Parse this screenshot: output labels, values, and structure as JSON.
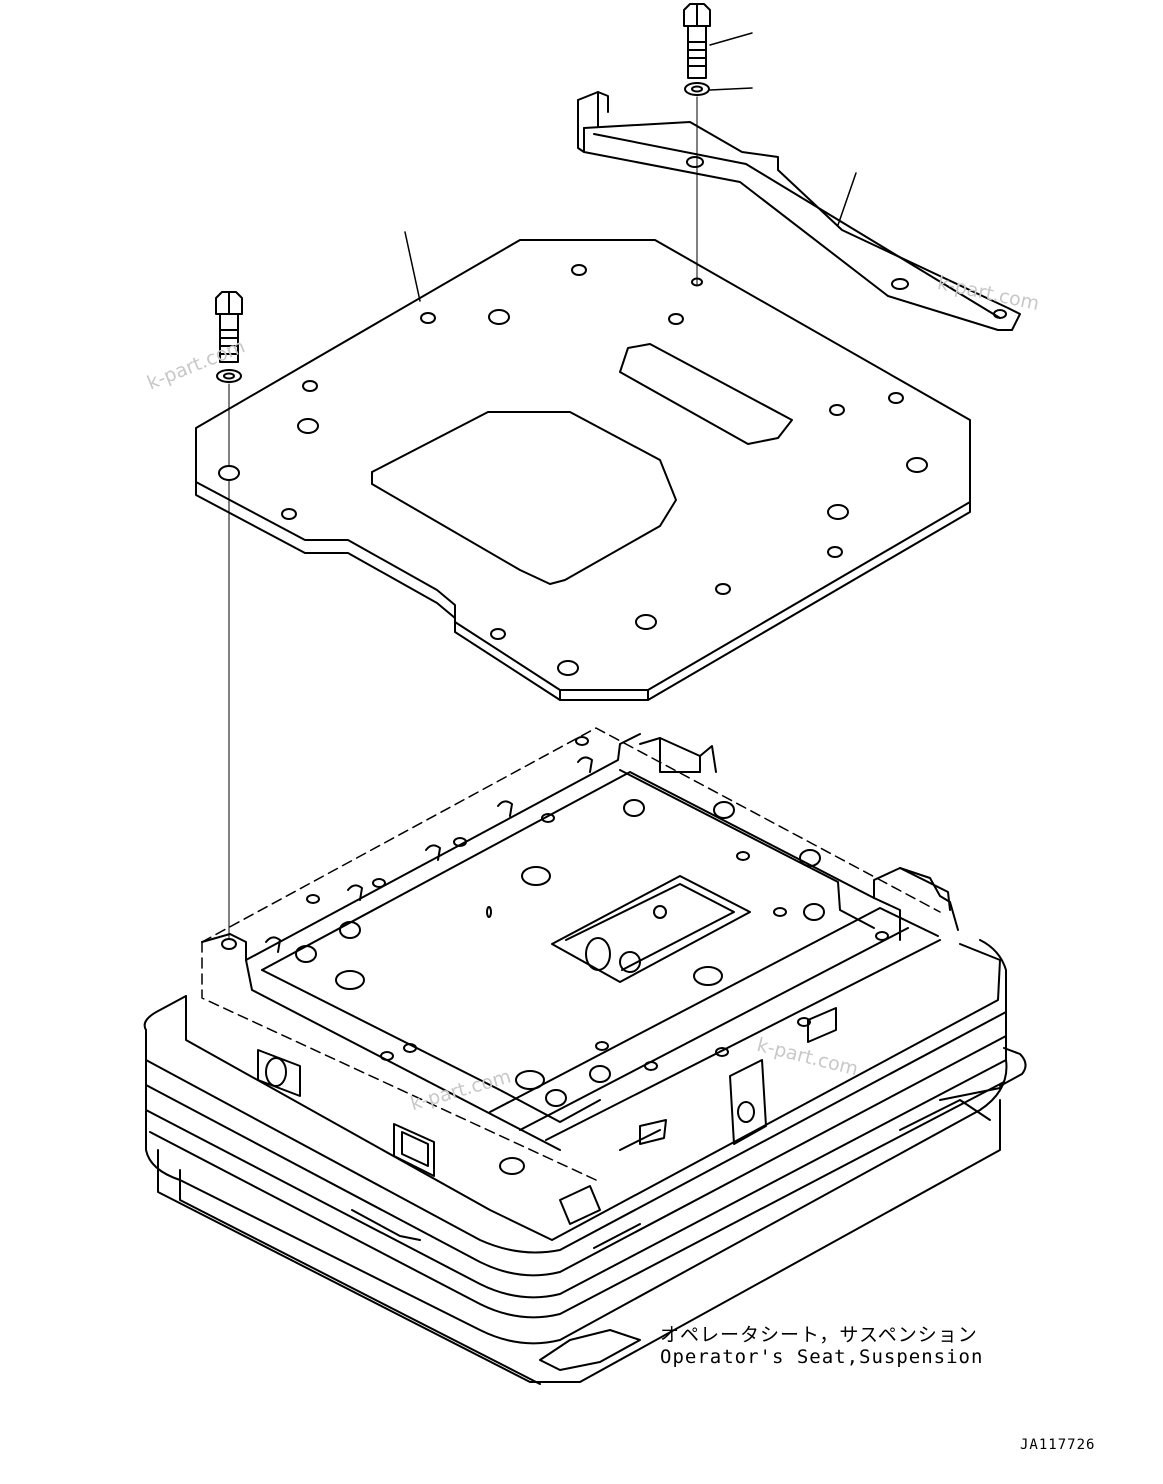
{
  "caption": {
    "japanese": "オペレータシート，サスペンション",
    "english": "Operator's Seat,Suspension"
  },
  "drawing_number": "JA117726",
  "watermark": "k-part.com",
  "colors": {
    "line": "#000000",
    "watermark": "#c8c8c8",
    "background": "#ffffff"
  }
}
